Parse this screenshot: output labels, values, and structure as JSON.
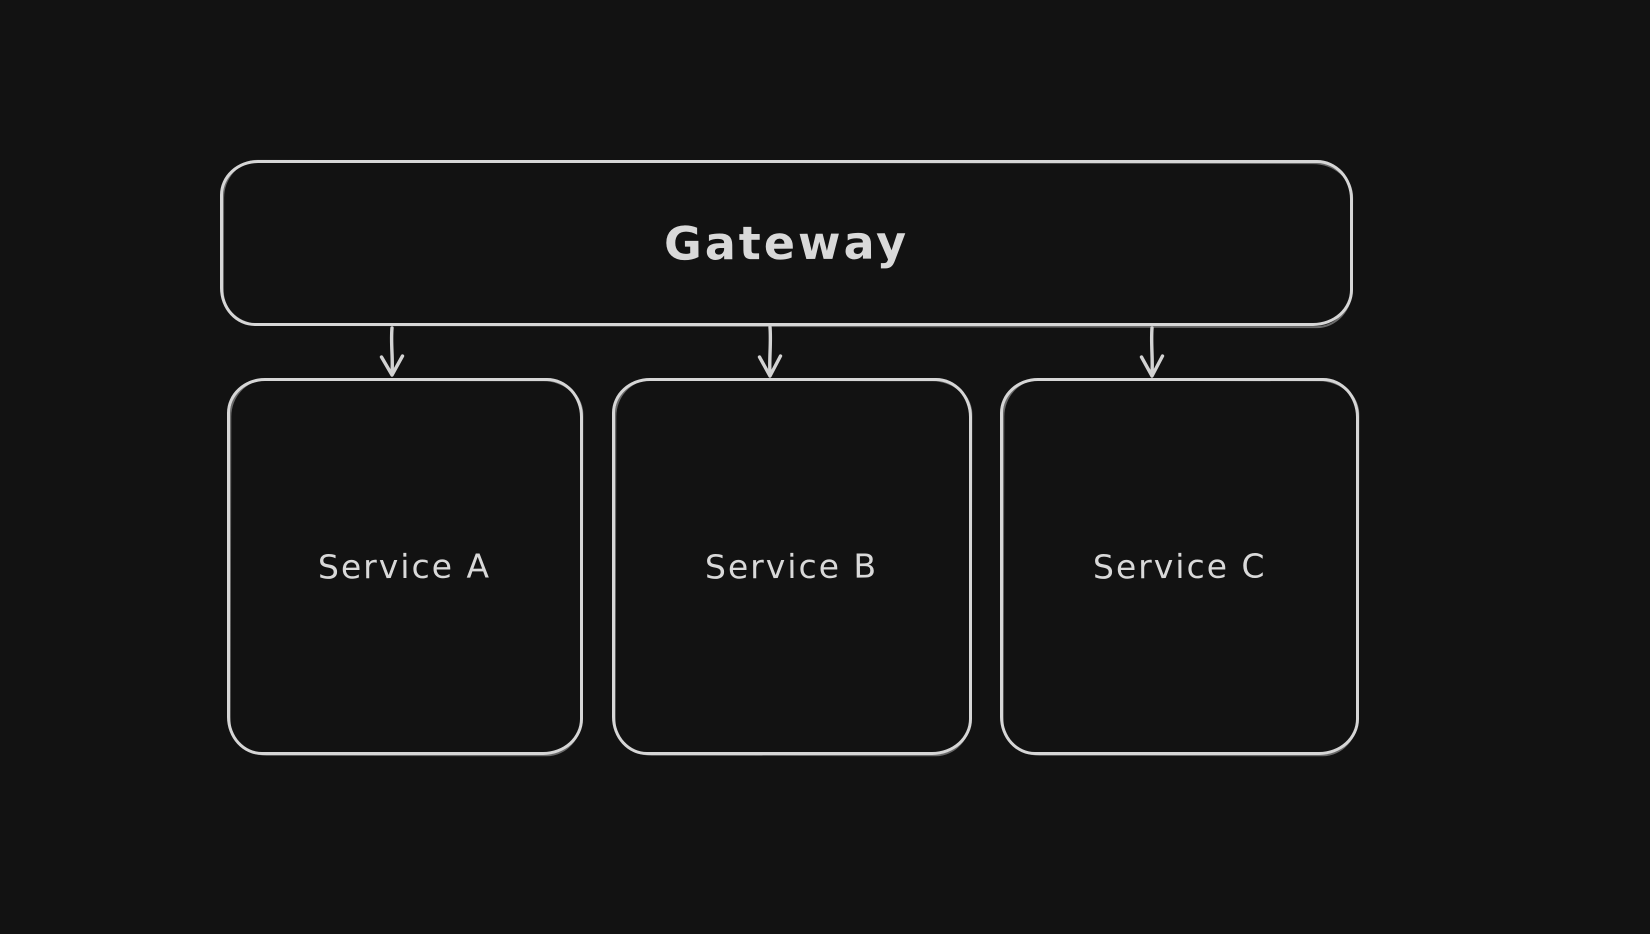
{
  "canvas": {
    "background_color": "#121212",
    "stroke_color": "#d6d6d6",
    "text_color": "#d9d9d9"
  },
  "diagram": {
    "type": "architecture-flow",
    "nodes": [
      {
        "id": "gateway",
        "label": "Gateway"
      },
      {
        "id": "service-a",
        "label": "Service A"
      },
      {
        "id": "service-b",
        "label": "Service B"
      },
      {
        "id": "service-c",
        "label": "Service C"
      }
    ],
    "edges": [
      {
        "from": "gateway",
        "to": "service-a",
        "style": "arrow-down"
      },
      {
        "from": "gateway",
        "to": "service-b",
        "style": "arrow-down"
      },
      {
        "from": "gateway",
        "to": "service-c",
        "style": "arrow-down"
      }
    ]
  }
}
